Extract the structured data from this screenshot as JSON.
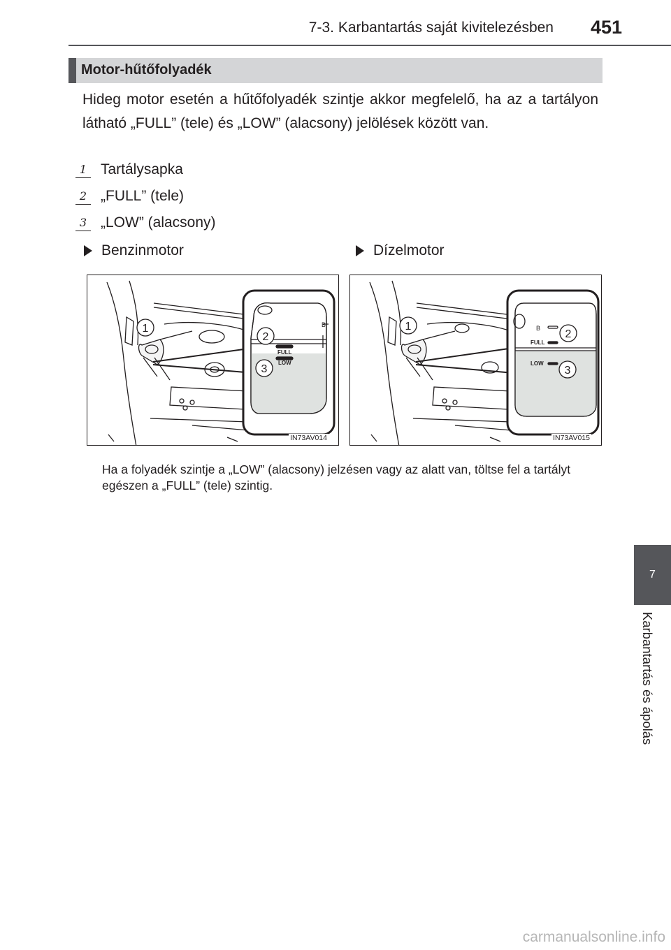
{
  "header": {
    "section_title": "7-3. Karbantartás saját kivitelezésben",
    "page_number": "451"
  },
  "section": {
    "title": "Motor-hűtőfolyadék",
    "intro": "Hideg motor esetén a hűtőfolyadék szintje akkor megfelelő, ha az a tartályon látható „FULL” (tele) és „LOW” (alacsony) jelölések között van."
  },
  "items": [
    {
      "num": "1",
      "label": "Tartálysapka"
    },
    {
      "num": "2",
      "label": "„FULL” (tele)"
    },
    {
      "num": "3",
      "label": "„LOW” (alacsony)"
    }
  ],
  "figures": [
    {
      "heading": "Benzinmotor",
      "code": "IN73AV014",
      "b_mark": "B",
      "full_mark": "FULL",
      "low_mark": "LOW",
      "callouts": [
        "1",
        "2",
        "3"
      ]
    },
    {
      "heading": "Dízelmotor",
      "code": "IN73AV015",
      "b_mark": "B",
      "full_mark": "FULL",
      "low_mark": "LOW",
      "callouts": [
        "1",
        "2",
        "3"
      ]
    }
  ],
  "note": "Ha a folyadék szintje a „LOW” (alacsony) jelzésen vagy az alatt van, töltse fel a tartályt egészen a „FULL” (tele) szintig.",
  "side_tab": {
    "number": "7",
    "label": "Karbantartás és ápolás"
  },
  "watermark": "carmanualsonline.info",
  "colors": {
    "tab": "#55565a",
    "section_bar": "#d4d5d7",
    "tank_fill": "#dfe2e0"
  }
}
